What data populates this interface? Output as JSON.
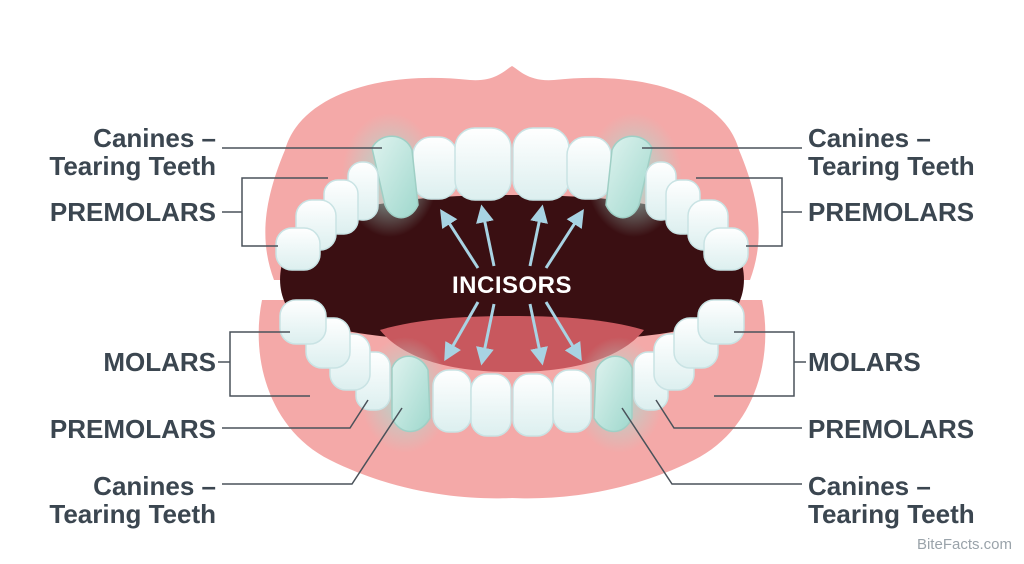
{
  "labels": {
    "canines_line1": "Canines –",
    "canines_line2": "Tearing Teeth",
    "premolars": "PREMOLARS",
    "molars": "MOLARS",
    "incisors": "INCISORS"
  },
  "credit": "BiteFacts.com",
  "colors": {
    "gum": "#f4a9a8",
    "gum_dark": "#e99492",
    "mouth": "#3a0f12",
    "tongue": "#c8585e",
    "tooth": "#eef8f8",
    "canine": "#bfe6df",
    "canine_glow": "#a9ddd2",
    "arrow": "#a8d3e3",
    "label": "#3b4650",
    "line": "#4a525a"
  }
}
